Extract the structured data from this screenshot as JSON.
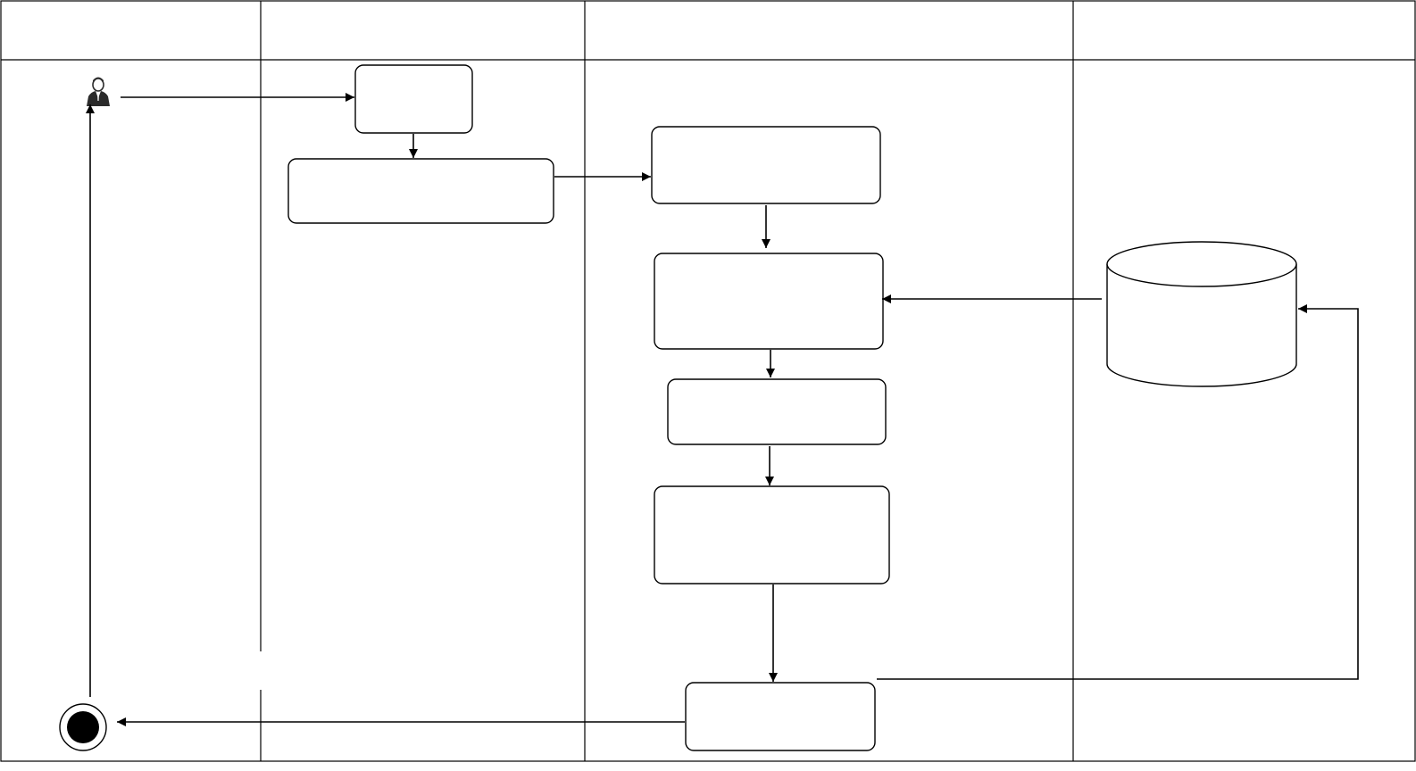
{
  "diagram": {
    "type": "swimlane-activity-diagram",
    "colors": {
      "stroke": "#000000",
      "background": "#ffffff",
      "actor_icon": "#2b2b2b"
    },
    "lanes": [
      {
        "id": "lane-1",
        "label": ""
      },
      {
        "id": "lane-2",
        "label": ""
      },
      {
        "id": "lane-3",
        "label": ""
      },
      {
        "id": "lane-4",
        "label": ""
      }
    ],
    "nodes": [
      {
        "id": "actor",
        "kind": "actor-icon",
        "icon": "person-icon",
        "label": ""
      },
      {
        "id": "box-1",
        "kind": "rounded-rect",
        "label": ""
      },
      {
        "id": "box-2",
        "kind": "rounded-rect",
        "label": ""
      },
      {
        "id": "box-3",
        "kind": "rounded-rect",
        "label": ""
      },
      {
        "id": "box-4",
        "kind": "rounded-rect",
        "label": ""
      },
      {
        "id": "box-5",
        "kind": "rounded-rect",
        "label": ""
      },
      {
        "id": "box-6",
        "kind": "rounded-rect",
        "label": ""
      },
      {
        "id": "box-7",
        "kind": "rounded-rect",
        "label": ""
      },
      {
        "id": "database",
        "kind": "cylinder",
        "icon": "database-icon",
        "label": ""
      },
      {
        "id": "end",
        "kind": "final-state",
        "icon": "final-node-icon",
        "label": ""
      }
    ],
    "edges": [
      {
        "from": "actor",
        "to": "box-1"
      },
      {
        "from": "box-1",
        "to": "box-2"
      },
      {
        "from": "box-2",
        "to": "box-3"
      },
      {
        "from": "box-3",
        "to": "box-4"
      },
      {
        "from": "database",
        "to": "box-4"
      },
      {
        "from": "box-4",
        "to": "box-5"
      },
      {
        "from": "box-5",
        "to": "box-6"
      },
      {
        "from": "box-6",
        "to": "box-7"
      },
      {
        "from": "box-7",
        "to": "database"
      },
      {
        "from": "box-7",
        "to": "end"
      },
      {
        "from": "end",
        "to": "actor"
      }
    ]
  }
}
